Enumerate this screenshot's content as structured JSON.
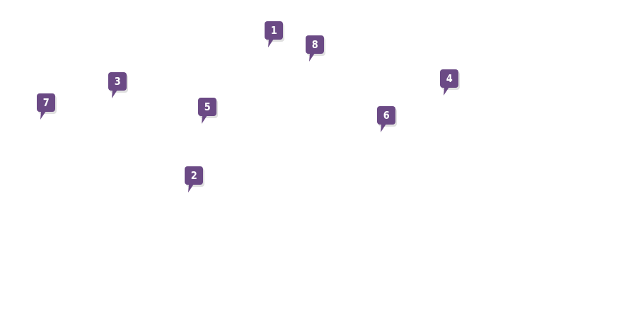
{
  "map": {
    "marker_color": "#6b4a85",
    "markers": [
      {
        "label": "1"
      },
      {
        "label": "2"
      },
      {
        "label": "3"
      },
      {
        "label": "4"
      },
      {
        "label": "5"
      },
      {
        "label": "6"
      },
      {
        "label": "7"
      },
      {
        "label": "8"
      }
    ]
  }
}
